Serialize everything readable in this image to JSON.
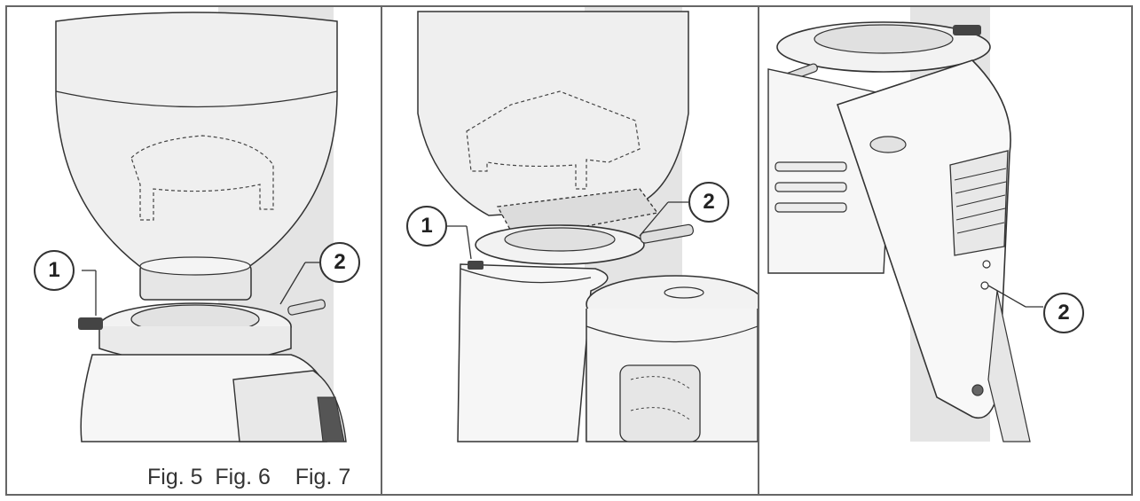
{
  "caption": "Fig. 5  Fig. 6    Fig. 7",
  "figures": [
    {
      "callouts": [
        "1",
        "2"
      ]
    },
    {
      "callouts": [
        "1",
        "2"
      ]
    },
    {
      "callouts": [
        "2"
      ]
    }
  ],
  "colors": {
    "line": "#333333",
    "shade": "#d4d4d4",
    "light": "#ececec",
    "frame": "#666666"
  }
}
